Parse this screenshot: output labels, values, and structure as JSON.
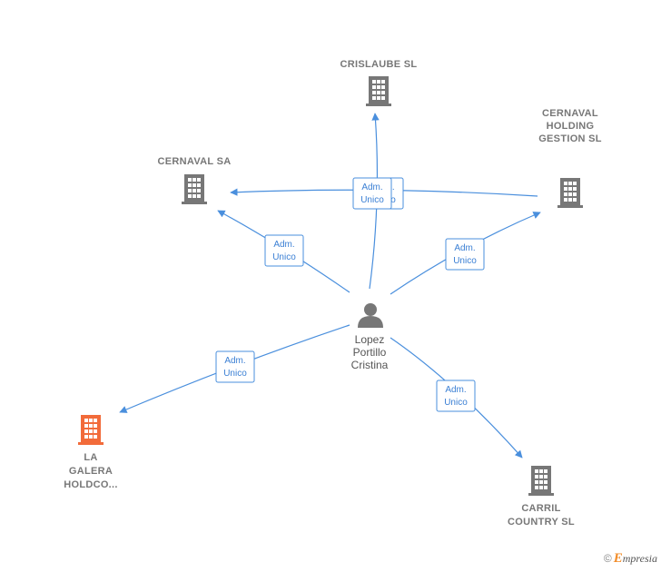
{
  "colors": {
    "edge": "#4a8fdd",
    "company": "#777777",
    "highlight": "#f26b3a",
    "person": "#777777"
  },
  "person": {
    "name_lines": [
      "Lopez",
      "Portillo",
      "Cristina"
    ],
    "icon": "person-icon"
  },
  "companies": [
    {
      "id": "crislaube",
      "name_lines": [
        "CRISLAUBE SL"
      ],
      "icon": "building-icon",
      "highlight": false
    },
    {
      "id": "cernaval-sa",
      "name_lines": [
        "CERNAVAL SA"
      ],
      "icon": "building-icon",
      "highlight": false
    },
    {
      "id": "cernaval-holding",
      "name_lines": [
        "CERNAVAL",
        "HOLDING",
        "GESTION SL"
      ],
      "icon": "building-icon",
      "highlight": false
    },
    {
      "id": "la-galera",
      "name_lines": [
        "LA",
        "GALERA",
        "HOLDCO..."
      ],
      "icon": "building-icon",
      "highlight": true
    },
    {
      "id": "carril-country",
      "name_lines": [
        "CARRIL",
        "COUNTRY SL"
      ],
      "icon": "building-icon",
      "highlight": false
    }
  ],
  "relations": [
    {
      "id": "rel-crislaube",
      "label_lines": [
        "Adm.",
        "Unico"
      ]
    },
    {
      "id": "rel-cernaval-sa",
      "label_lines": [
        "Adm.",
        "Unico"
      ]
    },
    {
      "id": "rel-cernaval-holding",
      "label_lines": [
        "Adm.",
        "Unico"
      ]
    },
    {
      "id": "rel-la-galera",
      "label_lines": [
        "Adm.",
        "Unico"
      ]
    },
    {
      "id": "rel-carril",
      "label_lines": [
        "Adm.",
        "Unico"
      ]
    },
    {
      "id": "rel-holding-to-sa",
      "label_lines": [
        "Adm.",
        "Unico"
      ]
    }
  ],
  "watermark": {
    "symbol": "©",
    "brand_initial": "E",
    "brand_rest": "mpresia"
  }
}
